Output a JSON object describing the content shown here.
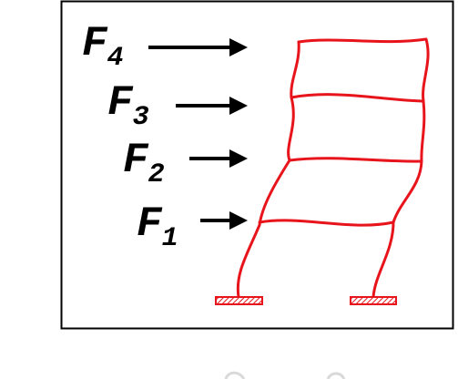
{
  "diagram": {
    "forces": [
      {
        "letter": "F",
        "subscript": "4"
      },
      {
        "letter": "F",
        "subscript": "3"
      },
      {
        "letter": "F",
        "subscript": "2"
      },
      {
        "letter": "F",
        "subscript": "1"
      }
    ],
    "colors": {
      "frame": "#e8141b",
      "text": "#000000",
      "border": "#000000",
      "background": "#ffffff"
    },
    "elements": {
      "arrows": "force-arrow",
      "frame": "deformed-building-frame",
      "supports": "fixed-support-icon"
    }
  }
}
